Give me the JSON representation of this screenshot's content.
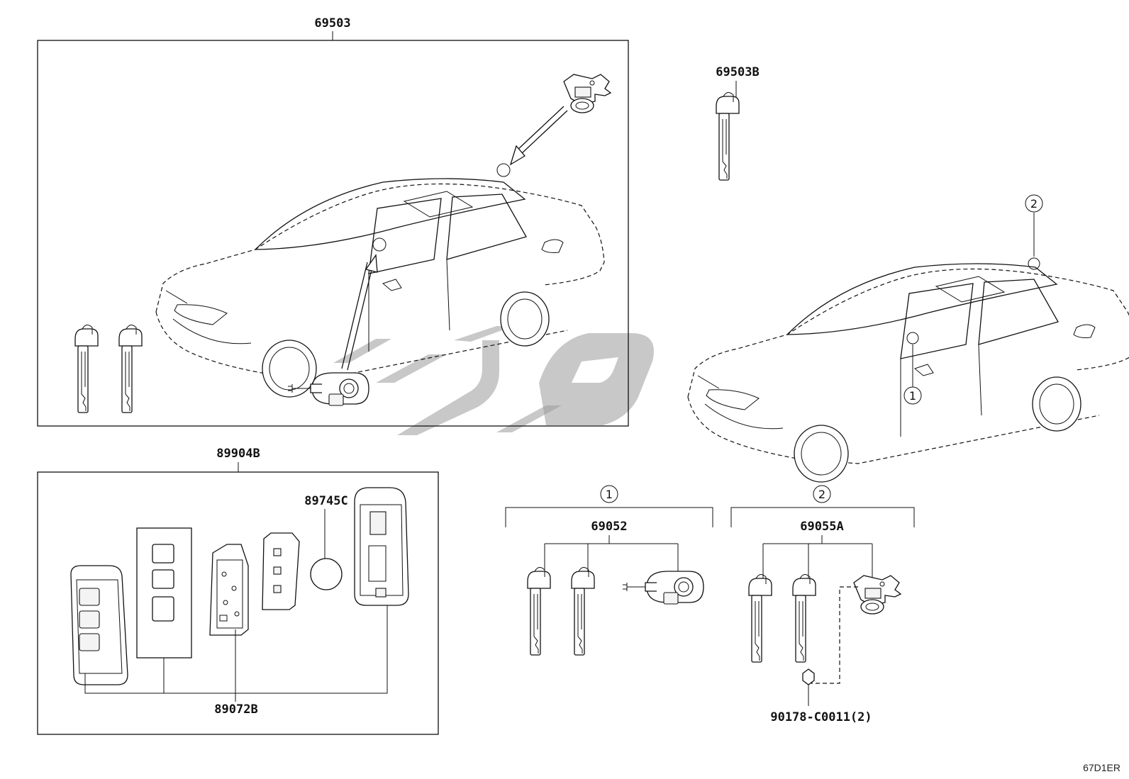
{
  "labels": {
    "key_set_top": "69503",
    "blank_key": "69503B",
    "transmitter_set": "89904B",
    "battery": "89745C",
    "transmitter_housing": "89072B",
    "cylinder_set_1": "69052",
    "cylinder_set_2": "69055A",
    "screw": "90178-C0011(2)"
  },
  "callouts": {
    "one": "1",
    "two": "2"
  },
  "reference_code": "67D1ER",
  "colors": {
    "line": "#111111",
    "watermark": "#9a9a9a",
    "background": "#ffffff"
  }
}
